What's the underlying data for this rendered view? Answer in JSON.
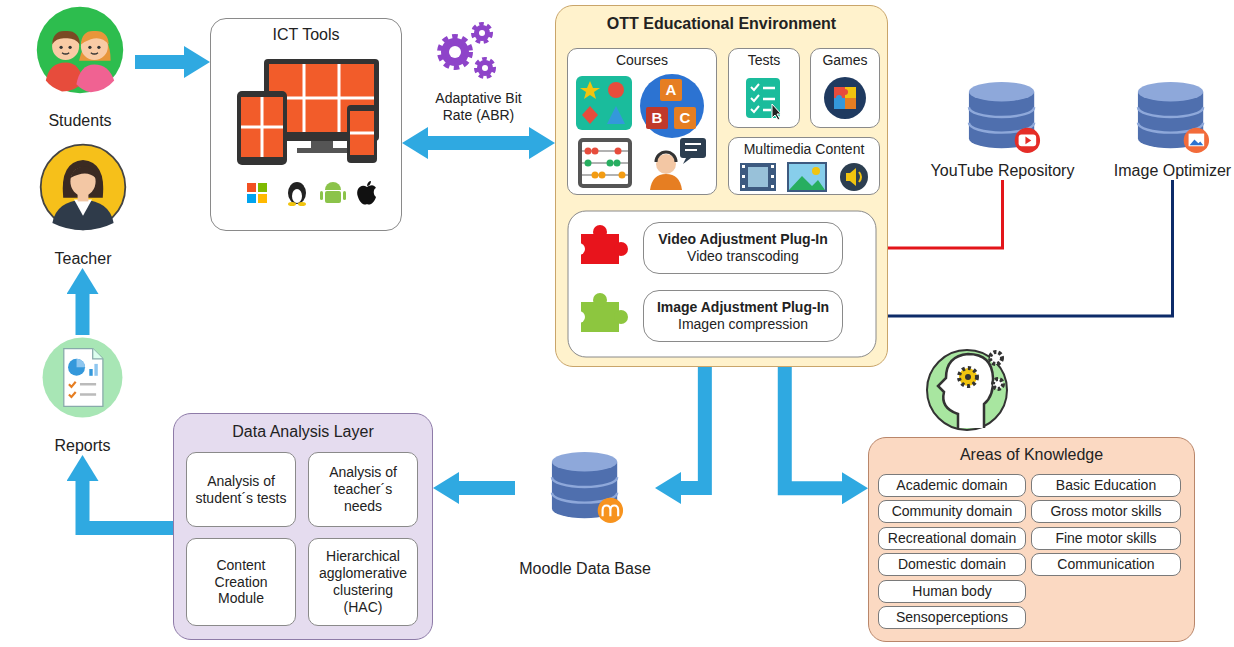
{
  "diagram": {
    "nodes": [
      {
        "text": [
          "Students"
        ]
      },
      {
        "text": [
          "Teacher"
        ]
      },
      {
        "text": [
          "Reports"
        ]
      },
      {
        "text": [
          "ICT Tools"
        ]
      },
      {
        "text": [
          "OTT Educational Environment"
        ]
      },
      {
        "text": [
          "Courses"
        ],
        "in": 4
      },
      {
        "text": [
          "Tests"
        ],
        "in": 4
      },
      {
        "text": [
          "Games"
        ],
        "in": 4
      },
      {
        "text": [
          "Multimedia Content"
        ],
        "in": 4
      },
      {
        "text": [
          "Video Adjustment Plug-In",
          "Video transcoding"
        ],
        "in": 4
      },
      {
        "text": [
          "Image Adjustment Plug-In",
          "Imagen compression"
        ],
        "in": 4
      },
      {
        "text": [
          "YouTube Repository"
        ]
      },
      {
        "text": [
          "Image Optimizer"
        ]
      },
      {
        "text": [
          "Moodle Data Base"
        ]
      },
      {
        "text": [
          "Data Analysis Layer"
        ]
      },
      {
        "text": [
          "Analysis of student´s tests"
        ],
        "in": 14
      },
      {
        "text": [
          "Analysis of teacher´s needs"
        ],
        "in": 14
      },
      {
        "text": [
          "Content Creation Module"
        ],
        "in": 14
      },
      {
        "text": [
          "Hierarchical agglomerative clustering (HAC)"
        ],
        "in": 14
      },
      {
        "text": [
          "Areas of Knowledge"
        ]
      },
      {
        "text": [
          "Academic domain"
        ],
        "in": 19
      },
      {
        "text": [
          "Basic Education"
        ],
        "in": 19
      },
      {
        "text": [
          "Community domain"
        ],
        "in": 19
      },
      {
        "text": [
          "Gross motor skills"
        ],
        "in": 19
      },
      {
        "text": [
          "Recreational domain"
        ],
        "in": 19
      },
      {
        "text": [
          "Fine motor skills"
        ],
        "in": 19
      },
      {
        "text": [
          "Domestic domain"
        ],
        "in": 19
      },
      {
        "text": [
          "Communication"
        ],
        "in": 19
      },
      {
        "text": [
          "Human body"
        ],
        "in": 19
      },
      {
        "text": [
          "Sensoperceptions"
        ],
        "in": 19
      }
    ],
    "edges": [
      {
        "from": 0,
        "to": 3,
        "arrow": "to"
      },
      {
        "from": 3,
        "to": 4,
        "label": "Adaptative Bit Rate (ABR)",
        "arrow": "both"
      },
      {
        "from": 11,
        "to": 9,
        "arrow": "to"
      },
      {
        "from": 12,
        "to": 10,
        "arrow": "to"
      },
      {
        "from": 4,
        "to": 13,
        "arrow": "to"
      },
      {
        "from": 4,
        "to": 19,
        "arrow": "to"
      },
      {
        "from": 13,
        "to": 14,
        "arrow": "to"
      },
      {
        "from": 14,
        "to": 2,
        "arrow": "to"
      },
      {
        "from": 2,
        "to": 1,
        "arrow": "to"
      }
    ],
    "labels": [
      "A",
      "B",
      "C"
    ]
  }
}
